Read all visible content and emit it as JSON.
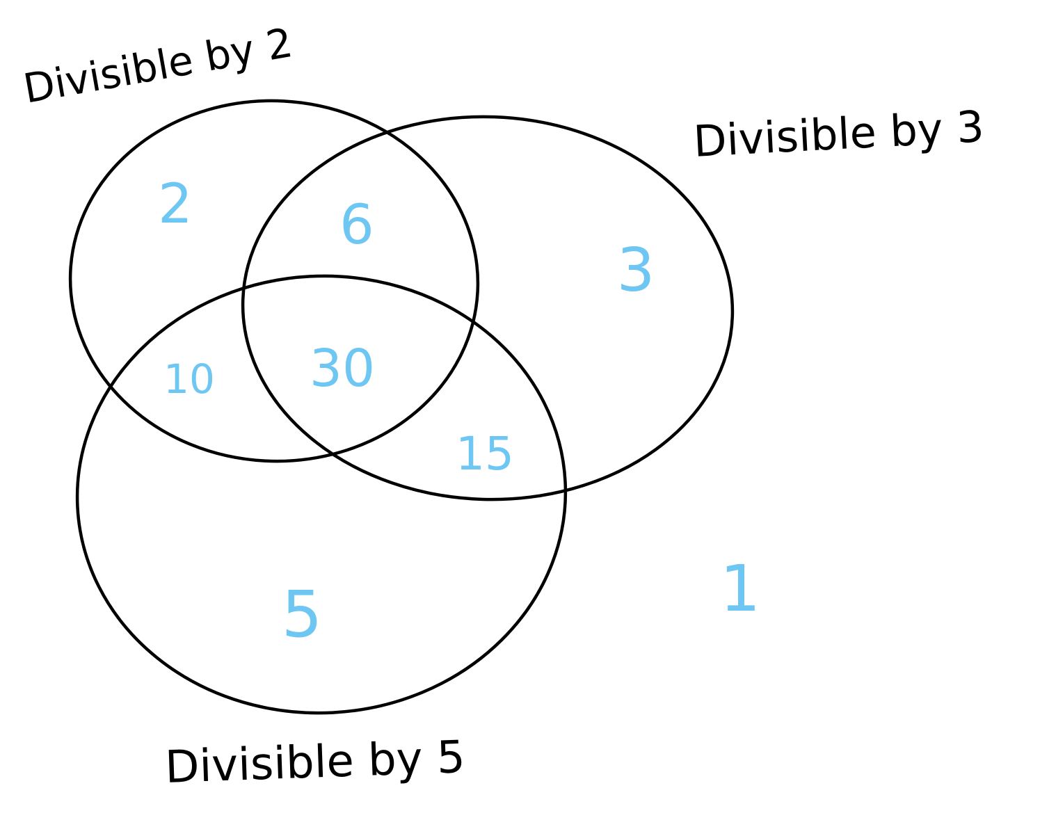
{
  "diagram": {
    "type": "venn",
    "outline_color": "#000000",
    "value_color": "#6EC6F2",
    "sets": {
      "div2": {
        "label": "Divisible by 2"
      },
      "div3": {
        "label": "Divisible by 3"
      },
      "div5": {
        "label": "Divisible by 5"
      }
    },
    "regions": {
      "only_2": "2",
      "only_3": "3",
      "only_5": "5",
      "two_and_three": "6",
      "two_and_five": "10",
      "three_and_five": "15",
      "all_three": "30",
      "outside": "1"
    }
  }
}
